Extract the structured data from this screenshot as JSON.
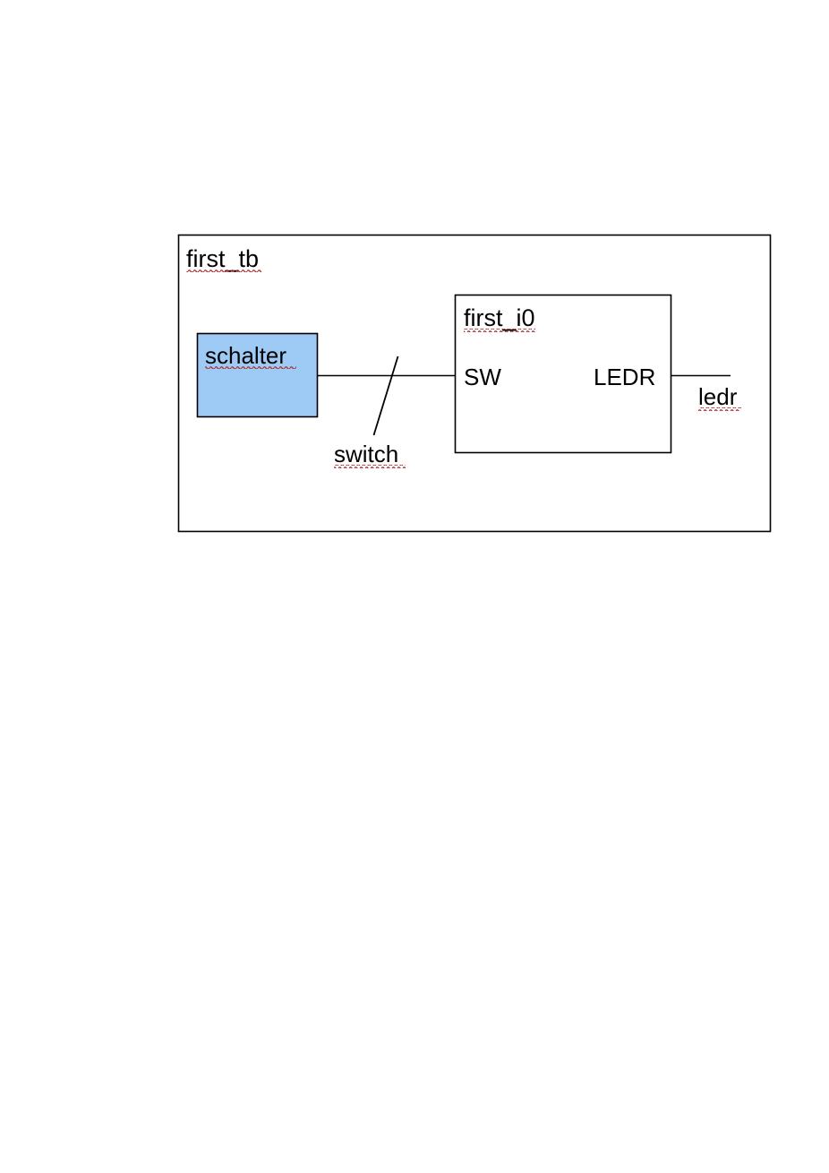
{
  "diagram": {
    "type": "block-diagram",
    "background_color": "#ffffff",
    "stroke_color": "#000000",
    "spellcheck_underline_color": "#b03030",
    "outer_block": {
      "name": "first_tb",
      "label": "first_tb",
      "fill": "#ffffff",
      "spellchecked": true
    },
    "stimulus_block": {
      "name": "schalter",
      "label": "schalter",
      "fill": "#9ecbf5",
      "spellchecked": true
    },
    "instance_block": {
      "name": "first_i0",
      "label": "first_i0",
      "fill": "#ffffff",
      "spellchecked": true,
      "ports": {
        "input_label": "SW",
        "output_label": "LEDR"
      }
    },
    "signals": [
      {
        "name": "switch",
        "label": "switch",
        "from": "schalter",
        "to": "first_i0.SW",
        "bus": true,
        "spellchecked": true
      },
      {
        "name": "ledr",
        "label": "ledr",
        "from": "first_i0.LEDR",
        "to": "open",
        "bus": false,
        "spellchecked": true
      }
    ]
  }
}
